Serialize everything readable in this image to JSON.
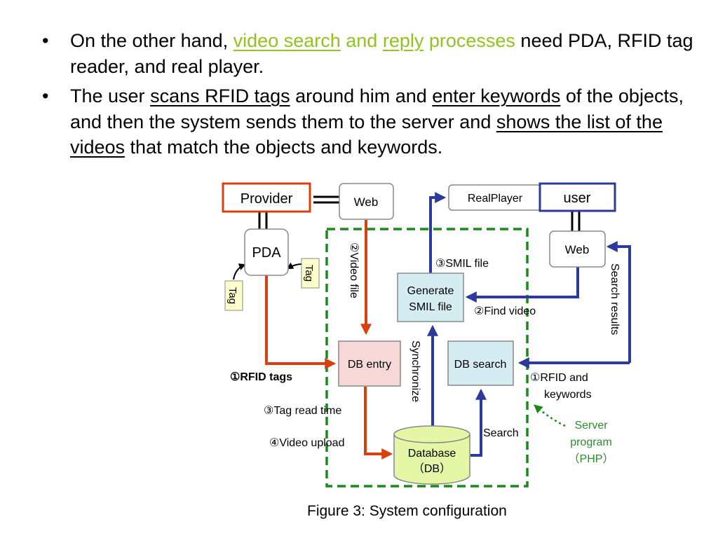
{
  "bullets": [
    {
      "parts": [
        {
          "text": "On the other hand, ",
          "green": false,
          "underline": false
        },
        {
          "text": "video search",
          "green": true,
          "underline": true
        },
        {
          "text": " and ",
          "green": true,
          "underline": false
        },
        {
          "text": "reply",
          "green": true,
          "underline": true
        },
        {
          "text": " processes",
          "green": true,
          "underline": false
        },
        {
          "text": " need PDA, RFID tag reader, and real player.",
          "green": false,
          "underline": false
        }
      ]
    },
    {
      "parts": [
        {
          "text": "The user ",
          "green": false,
          "underline": false
        },
        {
          "text": "scans RFID tags",
          "green": false,
          "underline": true
        },
        {
          "text": " around him and ",
          "green": false,
          "underline": false
        },
        {
          "text": "enter keywords",
          "green": false,
          "underline": true
        },
        {
          "text": " of the objects, and then the system sends them to the server and ",
          "green": false,
          "underline": false
        },
        {
          "text": "shows the list of the videos",
          "green": false,
          "underline": true
        },
        {
          "text": " that match the objects and keywords.",
          "green": false,
          "underline": false
        }
      ]
    }
  ],
  "diagram": {
    "nodes": {
      "provider": "Provider",
      "web_left": "Web",
      "pda": "PDA",
      "tag_left": "Tag",
      "tag_right": "Tag",
      "realplayer": "RealPlayer",
      "user": "user",
      "web_right": "Web",
      "generate_smil_line1": "Generate",
      "generate_smil_line2": "SMIL file",
      "db_entry": "DB entry",
      "db_search": "DB search",
      "database_line1": "Database",
      "database_line2": "（DB）"
    },
    "labels": {
      "video_file": "②Video file",
      "smil_file": "③SMIL file",
      "find_video": "②Find video",
      "search_results": "Search results",
      "synchronize": "Synchronize",
      "rfid_tags": "①RFID tags",
      "rfid_keywords_line1": "①RFID and",
      "rfid_keywords_line2": "keywords",
      "tag_read_time": "③Tag read time",
      "video_upload": "④Video upload",
      "search": "Search",
      "server_program_line1": "Server",
      "server_program_line2": "program",
      "server_program_line3": "（PHP）"
    },
    "colors": {
      "orange_arrow": "#d9400f",
      "blue_arrow": "#2e3a9b",
      "green_border": "#1a8a1a",
      "server_text": "#2e8b2e",
      "db_entry_fill": "#f7d7d7",
      "light_blue_fill": "#d6ecf3",
      "tag_fill": "#ffffcc",
      "database_fill": "#e4f7a6"
    }
  },
  "caption": "Figure 3: System configuration"
}
